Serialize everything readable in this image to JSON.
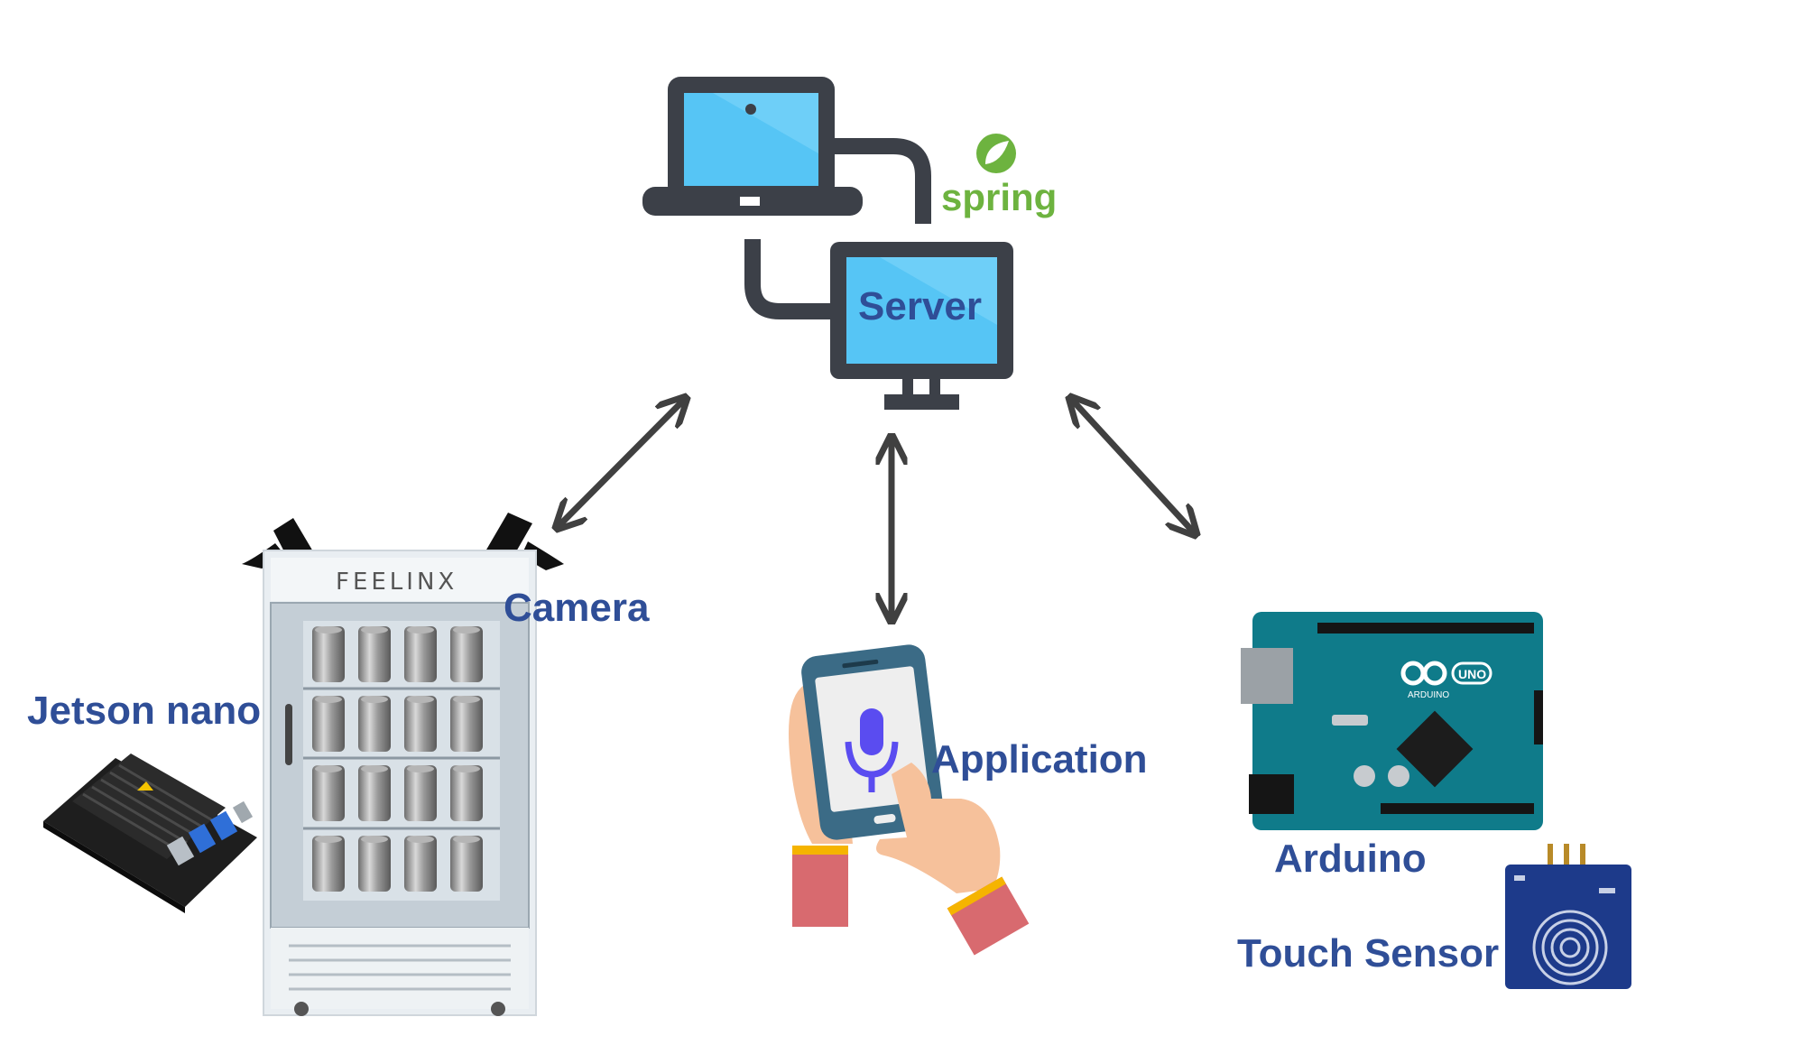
{
  "labels": {
    "server": "Server",
    "spring": "spring",
    "camera": "Camera",
    "jetson": "Jetson nano",
    "application": "Application",
    "arduino": "Arduino",
    "touch_sensor": "Touch Sensor",
    "fridge_brand": "FEELINX"
  },
  "colors": {
    "label_text": "#2f4e97",
    "screen_blue": "#56c5f5",
    "device_dark": "#3c4048",
    "arrow": "#404040",
    "spring_green": "#6db33f",
    "arduino_teal": "#0f7b8a",
    "sensor_blue": "#1d3a8a"
  },
  "icons": [
    "laptop-icon",
    "monitor-icon",
    "spring-leaf-icon",
    "camera-icon",
    "fridge-icon",
    "jetson-board-icon",
    "phone-hand-icon",
    "microphone-icon",
    "arduino-board-icon",
    "touch-sensor-icon"
  ]
}
